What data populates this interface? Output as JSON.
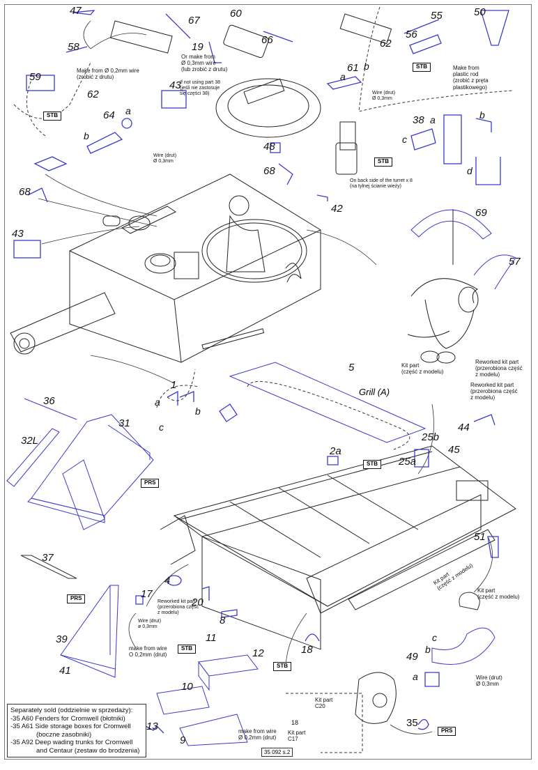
{
  "document": {
    "type": "assembly-instruction-sheet",
    "footer_code": "35 092 s.2",
    "accent_color": "#3a3acc",
    "line_color": "#222222"
  },
  "part_numbers": {
    "p47": "47",
    "p67": "67",
    "p60": "60",
    "p55": "55",
    "p50": "50",
    "p58": "58",
    "p19": "19",
    "p66": "66",
    "p56": "56",
    "p62a": "62",
    "p62b": "62",
    "p59": "59",
    "p43a": "43",
    "p61": "61",
    "p64": "64",
    "p48": "48",
    "p38": "38",
    "p68a": "68",
    "p68b": "68",
    "p42": "42",
    "p43b": "43",
    "p69": "69",
    "p57": "57",
    "p5": "5",
    "p1": "1",
    "p36": "36",
    "p31": "31",
    "p32L": "32L",
    "p2a": "2a",
    "p25b": "25b",
    "p25a": "25a",
    "p44": "44",
    "p45": "45",
    "p37": "37",
    "p51": "51",
    "p4": "4",
    "p17": "17",
    "p20": "20",
    "p8": "8",
    "p39": "39",
    "p41": "41",
    "p11": "11",
    "p12": "12",
    "p10": "10",
    "p18a": "18",
    "p18b": "18",
    "p49": "49",
    "p13": "13",
    "p9": "9",
    "p35": "35"
  },
  "sub_letters": {
    "l64a": "a",
    "l64b": "b",
    "l61a": "a",
    "l61b": "b",
    "l38a": "a",
    "l38b": "b",
    "l38c": "c",
    "l38d": "d",
    "l1a": "a",
    "l1b": "b",
    "l1c": "c",
    "l49a": "a",
    "l49b": "b",
    "l49c": "c"
  },
  "tags": {
    "stb1": "STB",
    "stb2": "STB",
    "stb3": "STB",
    "stb4": "STB",
    "stb5": "STB",
    "stb6": "STB",
    "prs1": "PRS",
    "prs2": "PRS",
    "prs3": "PRS"
  },
  "notes": {
    "wire_58": "Make from Ø 0,2mm wire\n(zrobić z drutu)",
    "wire_19": "Or make from\nØ 0,3mm wire\n(lub zrobić z drutu)",
    "note_43": "If not using part 38\n(jeśli nie zastosuje\nsię części 38)",
    "wire_61": "Wire (drut)\nØ 0,3mm",
    "rod_50": "Make from\nplastic rod\n(zrobić z pręta\nplastikowego)",
    "wire_64": "Wire (drut)\nØ 0,3mm",
    "turret_back": "On back side of the turret x 8\n(na tylnej ścianie wieży)",
    "kit_part_head": "Kit part\n(część z modelu)",
    "reworked_57": "Reworked kit part\n(przerobiona część\nz modelu)",
    "reworked_44": "Reworked kit part\n(przerobiona część\nz modelu)",
    "reworked_17": "Reworked kit part\n(przerobiona część\nz modelu)",
    "wire_17": "Wire (drut)\nø 0,3mm",
    "wire_stb10": "make from wire\nO 0,2mm (drut)",
    "wire_9": "make from wire\nØ 0,2mm (drut)",
    "kit_c20": "Kit part\nC20",
    "kit_c17": "Kit part\nC17",
    "kit_fender": "Kit part\n(część z modelu)",
    "kit_49": "Kit part\n(część z modelu)",
    "wire_49": "Wire (drut)\nØ 0,3mm"
  },
  "grill_label": "Grill (A)",
  "legend": {
    "title": "Separately sold (oddzielnie w sprzedaży):",
    "items": [
      {
        "line1": "-35 A60 Fenders for Cromwell (błotniki)",
        "line2": ""
      },
      {
        "line1": "-35 A61 Side storage boxes for Cromwell",
        "line2": "(boczne zasobniki)"
      },
      {
        "line1": "-35 A92 Deep wading trunks for Cromwell",
        "line2": "and Centaur (zestaw do brodzenia)"
      }
    ]
  }
}
